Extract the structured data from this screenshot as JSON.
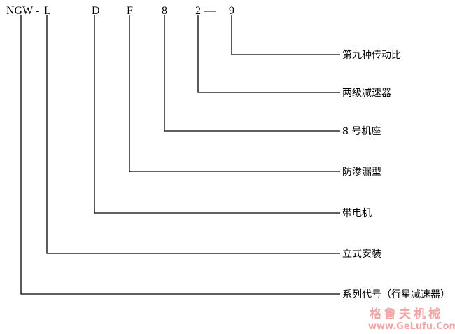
{
  "model_code": {
    "parts": [
      "NGW",
      "-",
      "L",
      "D",
      "F",
      "8",
      "2",
      "—",
      "9"
    ]
  },
  "annotations": [
    {
      "code": "9",
      "label": "第九种传动比"
    },
    {
      "code": "2",
      "label": "两级减速器"
    },
    {
      "code": "8",
      "label": "8 号机座"
    },
    {
      "code": "F",
      "label": "防渗漏型"
    },
    {
      "code": "D",
      "label": "带电机"
    },
    {
      "code": "L",
      "label": "立式安装"
    },
    {
      "code": "NGW",
      "label": "系列代号（行星减速器）"
    }
  ],
  "watermark": {
    "brand": "格鲁夫机械",
    "url": "www.GeLufu.Com",
    "color": "#f2a5a5"
  }
}
